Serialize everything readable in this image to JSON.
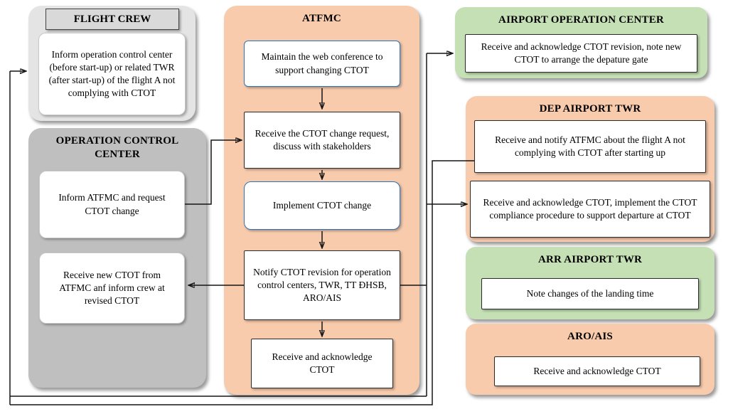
{
  "colors": {
    "gray_container": "#bfbfbf",
    "gray_header": "#d9d9d9",
    "peach_container": "#f8cbad",
    "green_container": "#c5e0b4",
    "blue_box_border": "#2e75b6",
    "white_box": "#ffffff"
  },
  "groups": {
    "flight_crew": {
      "title": "FLIGHT CREW",
      "boxes": [
        "Inform operation control center (before start-up) or related TWR (after start-up) of the flight A not complying with CTOT"
      ]
    },
    "operation_control_center": {
      "title": "OPERATION CONTROL CENTER",
      "boxes": [
        "Inform ATFMC and request CTOT change",
        "Receive new CTOT from ATFMC anf inform crew at revised CTOT"
      ]
    },
    "atfmc": {
      "title": "ATFMC",
      "boxes": [
        "Maintain the web conference to support changing CTOT",
        "Receive the CTOT change request, discuss with stakeholders",
        "Implement CTOT change",
        "Notify CTOT revision for operation control centers, TWR, TT ĐHSB, ARO/AIS",
        "Receive and acknowledge CTOT"
      ]
    },
    "airport_operation_center": {
      "title": "AIRPORT OPERATION CENTER",
      "boxes": [
        "Receive and acknowledge CTOT revision, note new CTOT to arrange the depature gate"
      ]
    },
    "dep_airport_twr": {
      "title": "DEP AIRPORT TWR",
      "boxes": [
        "Receive and notify ATFMC about the flight A not complying with CTOT after starting up",
        "Receive and acknowledge CTOT, implement the CTOT compliance procedure to support departure at CTOT"
      ]
    },
    "arr_airport_twr": {
      "title": "ARR AIRPORT TWR",
      "boxes": [
        "Note changes of the landing time"
      ]
    },
    "aro_ais": {
      "title": "ARO/AIS",
      "boxes": [
        "Receive and acknowledge CTOT"
      ]
    }
  }
}
